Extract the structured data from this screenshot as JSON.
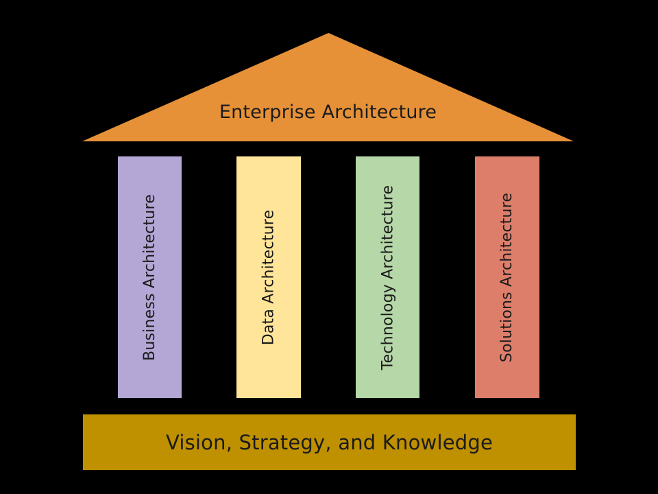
{
  "diagram": {
    "background_color": "#000000",
    "text_color": "#1B1B1B",
    "roof": {
      "label": "Enterprise Architecture",
      "color": "#E69138"
    },
    "pillars": [
      {
        "label": "Business Architecture",
        "color": "#B4A7D6"
      },
      {
        "label": "Data Architecture",
        "color": "#FFE599"
      },
      {
        "label": "Technology Architecture",
        "color": "#B6D7A8"
      },
      {
        "label": "Solutions Architecture",
        "color": "#DD7E6B"
      }
    ],
    "base": {
      "label": "Vision, Strategy, and Knowledge",
      "color": "#BF9000"
    }
  }
}
